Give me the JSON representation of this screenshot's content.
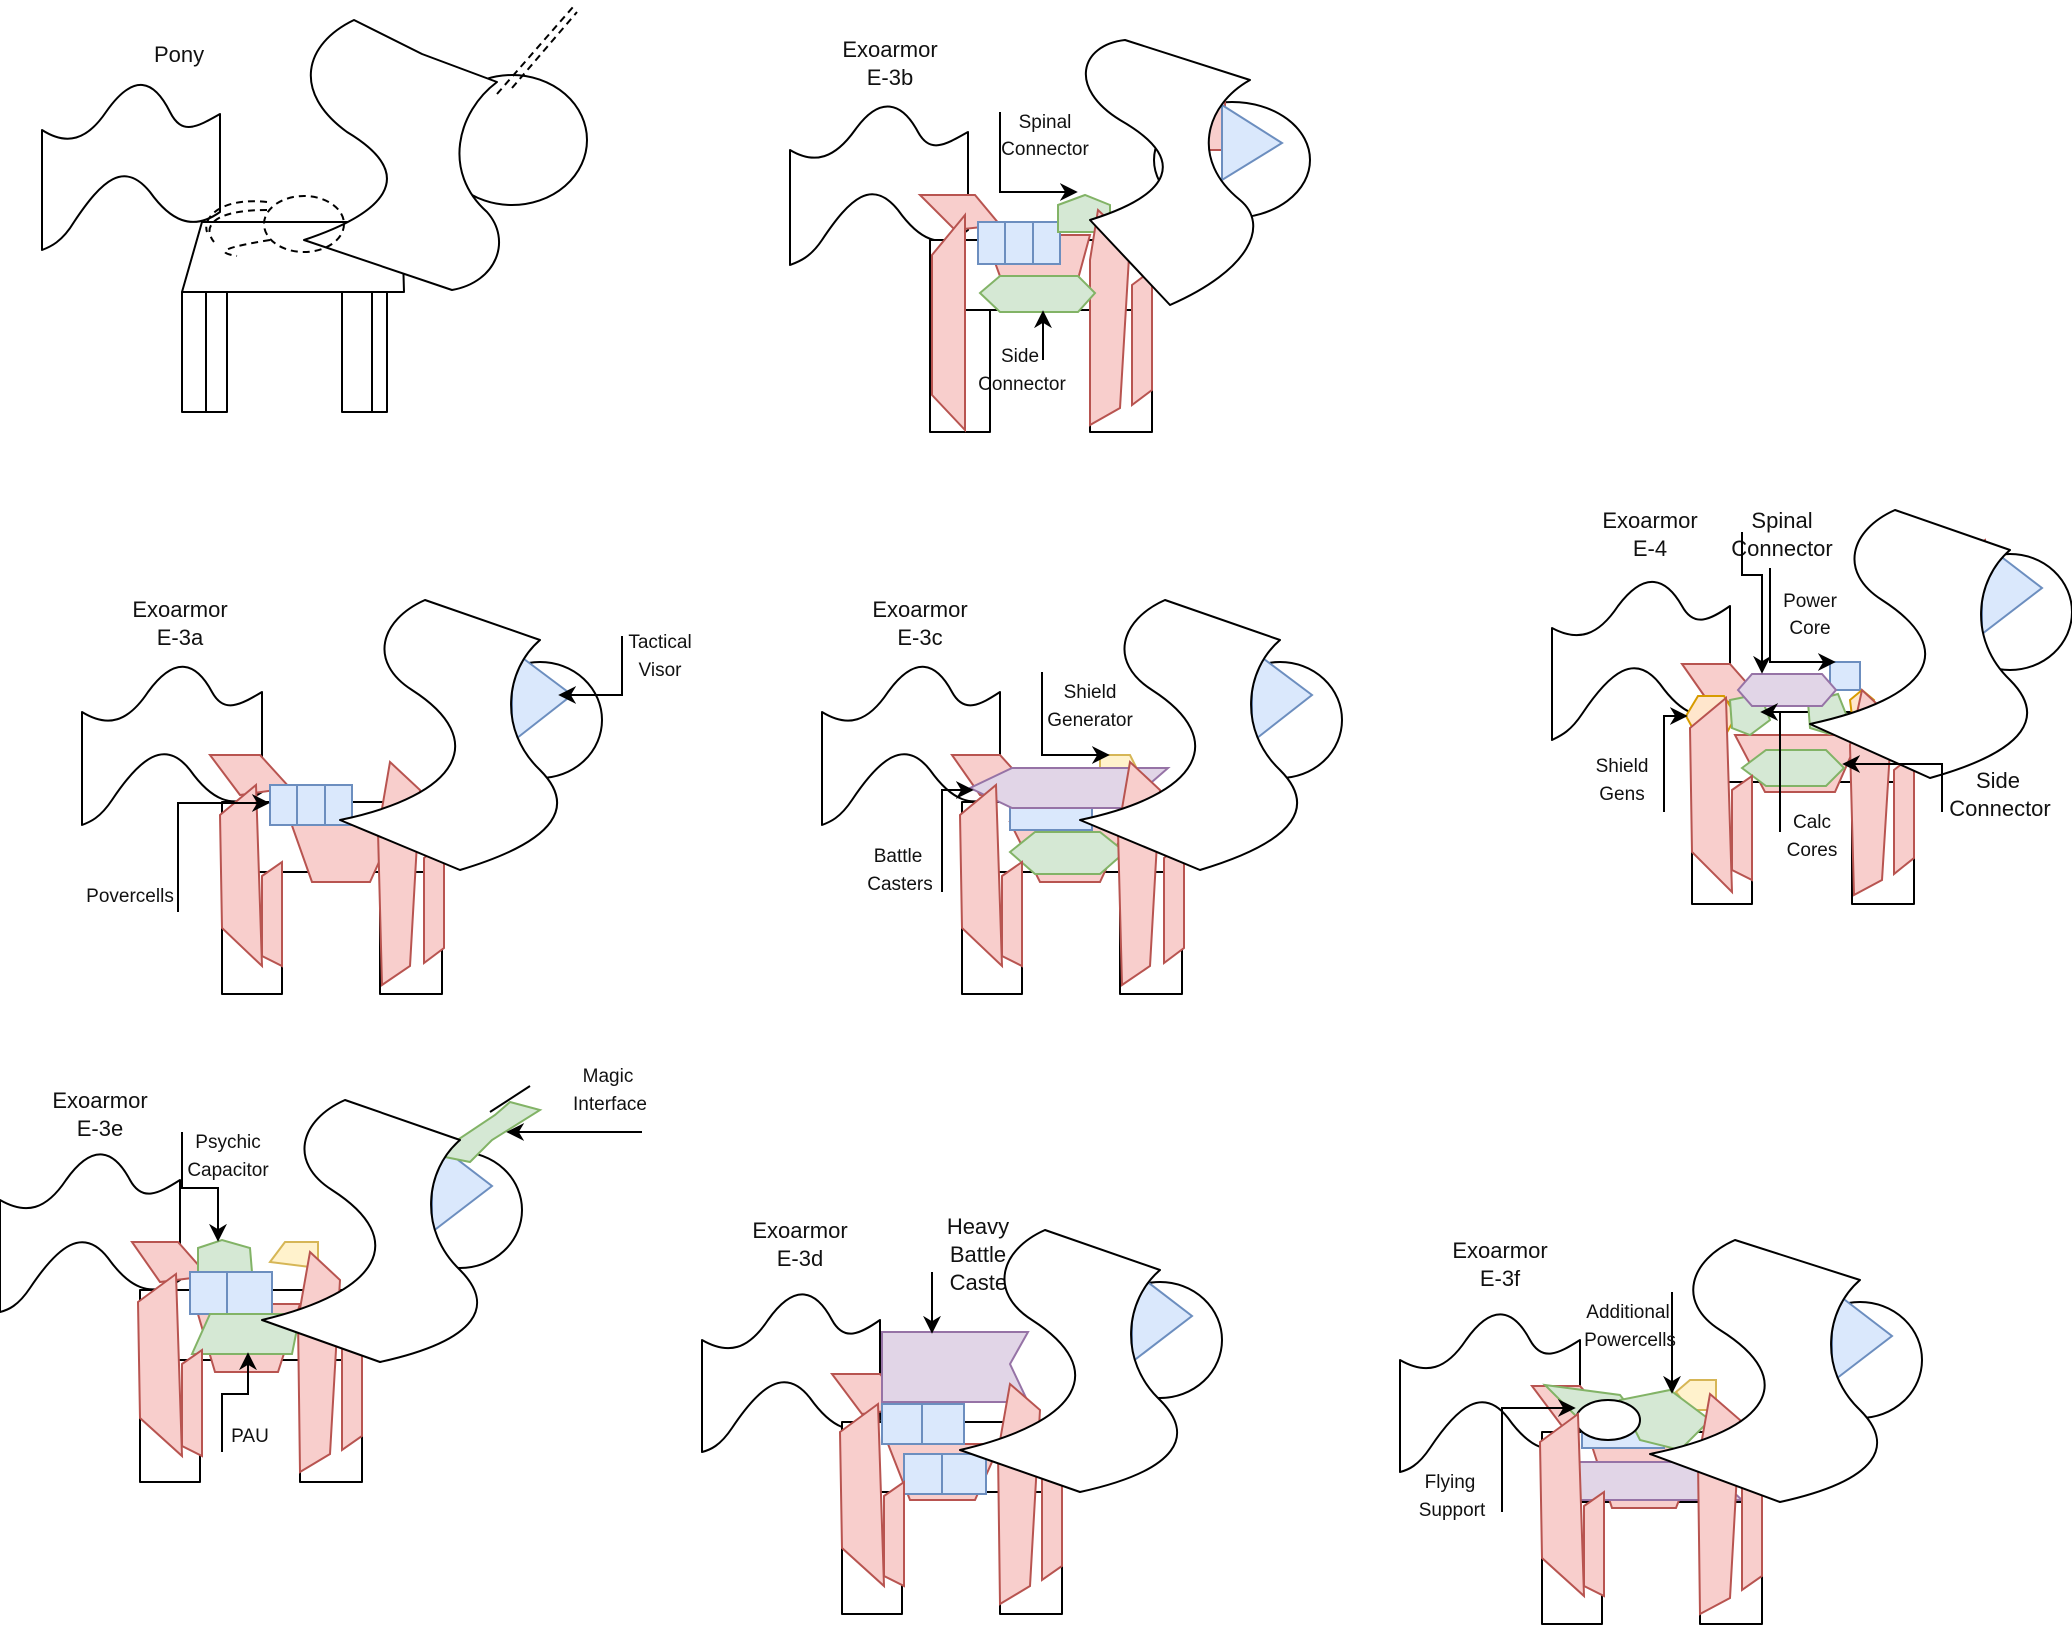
{
  "colors": {
    "armor": "#f8cecc",
    "powercell": "#dae8fc",
    "connector": "#d5e8d4",
    "caster": "#e1d5e7",
    "generator": "#fff2cc",
    "shield_gen": "#ffe6cc",
    "outline": "#000000"
  },
  "panels": {
    "pony": {
      "title": [
        "Pony"
      ]
    },
    "e3b": {
      "title": [
        "Exoarmor",
        "E-3b"
      ],
      "labels": {
        "spinal": [
          "Spinal",
          "Connector"
        ],
        "side": [
          "Side",
          "Connector"
        ]
      }
    },
    "e3a": {
      "title": [
        "Exoarmor",
        "E-3a"
      ],
      "labels": {
        "visor": [
          "Tactical",
          "Visor"
        ],
        "powercells": [
          "Povercells"
        ]
      }
    },
    "e3c": {
      "title": [
        "Exoarmor",
        "E-3c"
      ],
      "labels": {
        "shield": [
          "Shield",
          "Generator"
        ],
        "casters": [
          "Battle",
          "Casters"
        ]
      }
    },
    "e4": {
      "title": [
        "Exoarmor",
        "E-4"
      ],
      "labels": {
        "spinal": [
          "Spinal",
          "Connector"
        ],
        "power": [
          "Power",
          "Core"
        ],
        "shields": [
          "Shield",
          "Gens"
        ],
        "calc": [
          "Calc",
          "Cores"
        ],
        "side": [
          "Side",
          "Connector"
        ]
      }
    },
    "e3e": {
      "title": [
        "Exoarmor",
        "E-3e"
      ],
      "labels": {
        "psychic": [
          "Psychic",
          "Capacitor"
        ],
        "magic": [
          "Magic",
          "Interface"
        ],
        "pau": [
          "PAU"
        ]
      }
    },
    "e3d": {
      "title": [
        "Exoarmor",
        "E-3d"
      ],
      "labels": {
        "heavy": [
          "Heavy",
          "Battle",
          "Caster"
        ]
      }
    },
    "e3f": {
      "title": [
        "Exoarmor",
        "E-3f"
      ],
      "labels": {
        "additional": [
          "Additional",
          "Powercells"
        ],
        "flying": [
          "Flying",
          "Support"
        ]
      }
    }
  }
}
